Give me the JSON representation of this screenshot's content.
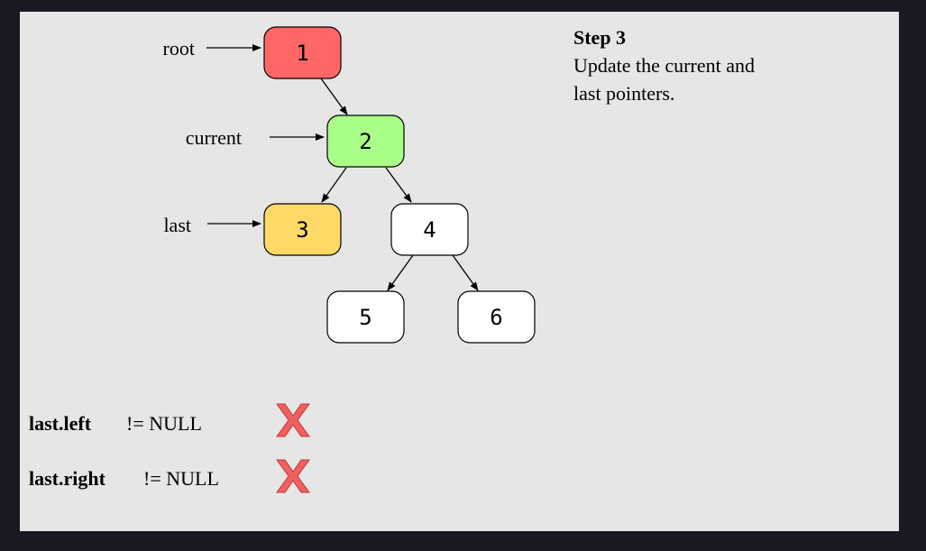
{
  "step": {
    "title": "Step 3",
    "description_line1": "Update the current and",
    "description_line2": "last pointers."
  },
  "tree": {
    "nodes": [
      {
        "id": "n1",
        "label": "1",
        "color": "#ff6666",
        "highlight": "root"
      },
      {
        "id": "n2",
        "label": "2",
        "color": "#aaff88",
        "highlight": "current"
      },
      {
        "id": "n3",
        "label": "3",
        "color": "#ffd966",
        "highlight": "last"
      },
      {
        "id": "n4",
        "label": "4",
        "color": "#ffffff",
        "highlight": ""
      },
      {
        "id": "n5",
        "label": "5",
        "color": "#ffffff",
        "highlight": ""
      },
      {
        "id": "n6",
        "label": "6",
        "color": "#ffffff",
        "highlight": ""
      }
    ],
    "edges": [
      {
        "from": "n1",
        "to": "n2"
      },
      {
        "from": "n2",
        "to": "n3"
      },
      {
        "from": "n2",
        "to": "n4"
      },
      {
        "from": "n4",
        "to": "n5"
      },
      {
        "from": "n4",
        "to": "n6"
      }
    ]
  },
  "pointers": {
    "root": "root",
    "current": "current",
    "last": "last"
  },
  "checks": [
    {
      "expr": "last.left",
      "condition": "!= NULL",
      "result": "false",
      "icon": "x-mark-icon"
    },
    {
      "expr": "last.right",
      "condition": "!= NULL",
      "result": "false",
      "icon": "x-mark-icon"
    }
  ],
  "colors": {
    "background": "#e6e6e6",
    "frame": "#191921",
    "x_mark": "#f06060"
  }
}
